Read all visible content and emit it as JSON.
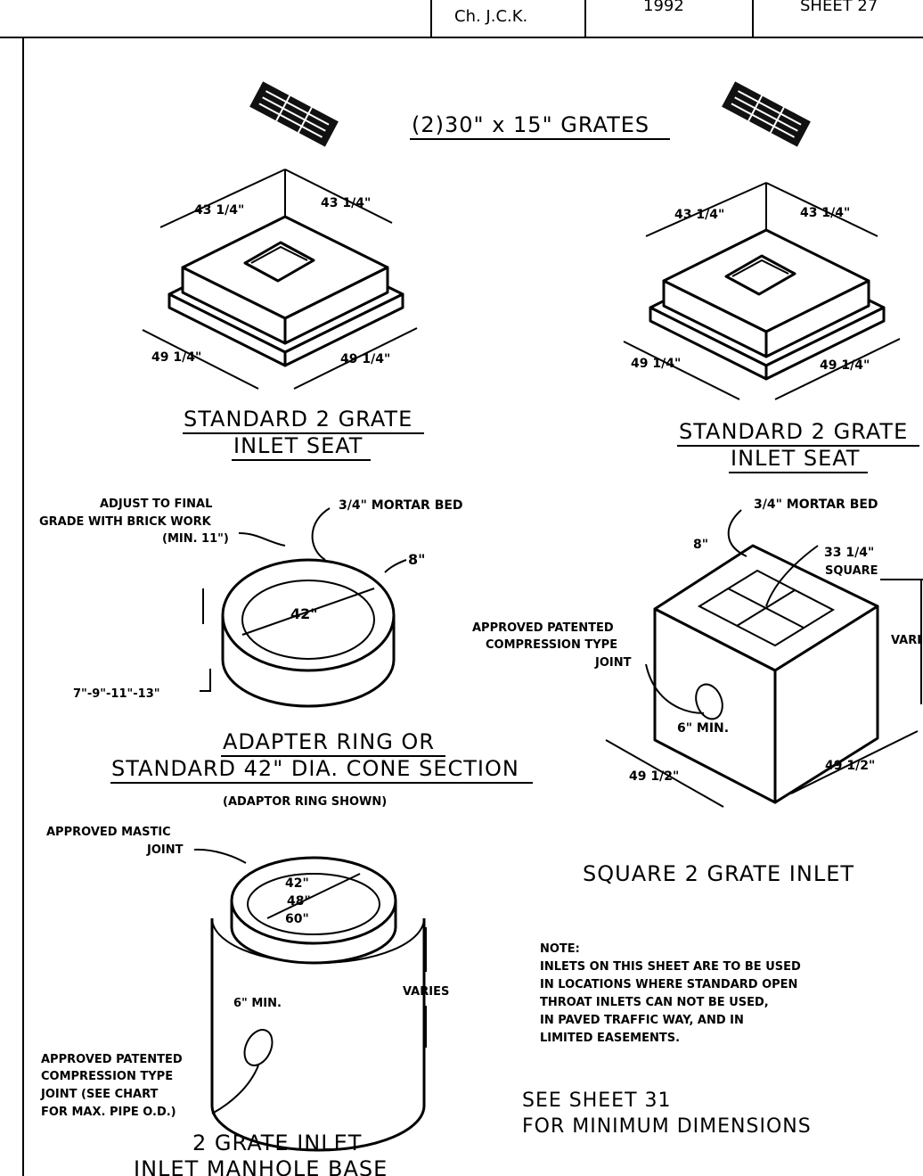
{
  "title_block": {
    "checked": "Ch.   J.C.K.",
    "year": "1992",
    "sheet": "SHEET  27"
  },
  "grates_label": "(2)30\" x 15\" GRATES",
  "seat_left": {
    "dim_top_left": "43 1/4\"",
    "dim_top_right": "43 1/4\"",
    "dim_bottom_left": "49 1/4\"",
    "dim_bottom_right": "49 1/4\"",
    "title_line1": "STANDARD 2 GRATE",
    "title_line2": "INLET SEAT"
  },
  "seat_right": {
    "dim_top_left": "43 1/4\"",
    "dim_top_right": "43 1/4\"",
    "dim_bottom_left": "49 1/4\"",
    "dim_bottom_right": "49 1/4\"",
    "title_line1": "STANDARD 2 GRATE",
    "title_line2": "INLET SEAT"
  },
  "adapter_ring": {
    "adjust_line1": "ADJUST TO FINAL",
    "adjust_line2": "GRADE WITH BRICK WORK",
    "adjust_line3": "(MIN. 11\")",
    "mortar": "3/4\" MORTAR BED",
    "thickness": "8\"",
    "diameter": "42\"",
    "heights": "7\"-9\"-11\"-13\"",
    "title_line1": "ADAPTER RING OR",
    "title_line2": "STANDARD 42\" DIA. CONE SECTION",
    "subtitle": "(ADAPTOR RING SHOWN)"
  },
  "square_inlet": {
    "mortar": "3/4\" MORTAR BED",
    "wall": "8\"",
    "square_line1": "33 1/4\"",
    "square_line2": "SQUARE",
    "joint_line1": "APPROVED PATENTED",
    "joint_line2": "COMPRESSION TYPE",
    "joint_line3": "JOINT",
    "varies": "VARI",
    "min": "6\" MIN.",
    "dim_left": "49 1/2\"",
    "dim_right": "49 1/2\"",
    "title": "SQUARE 2 GRATE INLET"
  },
  "manhole_base": {
    "mastic_line1": "APPROVED MASTIC",
    "mastic_line2": "JOINT",
    "dia1": "42\"",
    "dia2": "48\"",
    "dia3": "60\"",
    "varies": "VARIES",
    "min": "6\" MIN.",
    "joint_line1": "APPROVED PATENTED",
    "joint_line2": "COMPRESSION TYPE",
    "joint_line3": "JOINT (SEE CHART",
    "joint_line4": "FOR MAX. PIPE O.D.)",
    "title_line1": "2 GRATE INLET",
    "title_line2": "INLET MANHOLE BASE"
  },
  "note": {
    "line1": "NOTE:",
    "line2": "INLETS ON THIS SHEET ARE TO BE USED",
    "line3": "IN LOCATIONS WHERE STANDARD OPEN",
    "line4": "THROAT INLETS CAN NOT BE USED,",
    "line5": "IN PAVED TRAFFIC WAY, AND IN",
    "line6": "LIMITED EASEMENTS."
  },
  "see_sheet": {
    "line1": "SEE SHEET 31",
    "line2": "FOR MINIMUM DIMENSIONS"
  }
}
